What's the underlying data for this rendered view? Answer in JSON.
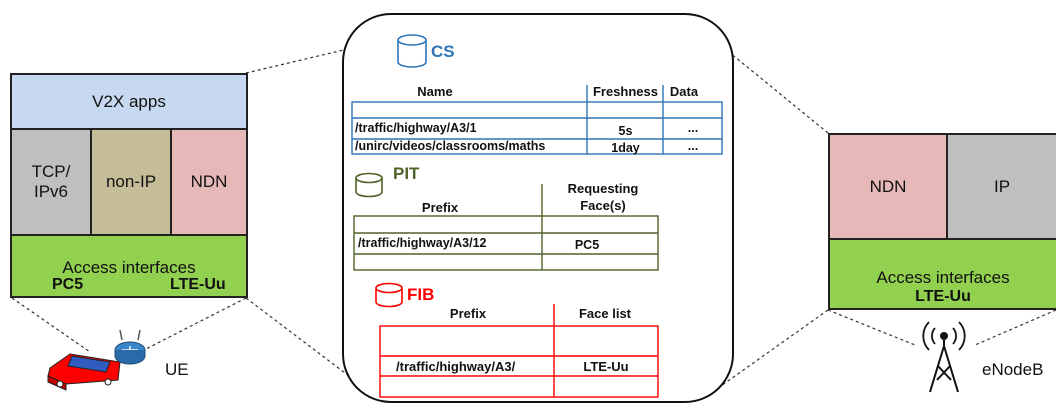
{
  "ue": {
    "apps_label": "V2X apps",
    "tcp_label": "TCP/\nIPv6",
    "nonip_label": "non-IP",
    "ndn_label": "NDN",
    "access_label": "Access interfaces",
    "pc5_label": "PC5",
    "lteuu_label": "LTE-Uu",
    "node_label": "UE"
  },
  "enb": {
    "ndn_label": "NDN",
    "ip_label": "IP",
    "access_label": "Access interfaces",
    "lteuu_label": "LTE-Uu",
    "node_label": "eNodeB"
  },
  "cs": {
    "title": "CS",
    "headers": [
      "Name",
      "Freshness",
      "Data"
    ],
    "rows": [
      [
        "/traffic/highway/A3/1",
        "5s",
        "..."
      ],
      [
        "/unirc/videos/classrooms/maths",
        "1day",
        "..."
      ]
    ]
  },
  "pit": {
    "title": "PIT",
    "headers": [
      "Prefix",
      "Requesting\nFace(s)"
    ],
    "rows": [
      [
        "/traffic/highway/A3/12",
        "PC5"
      ]
    ]
  },
  "fib": {
    "title": "FIB",
    "headers": [
      "Prefix",
      "Face list"
    ],
    "rows": [
      [
        "/traffic/highway/A3/",
        "LTE-Uu"
      ]
    ]
  },
  "colors": {
    "apps": "#c6d9f1",
    "tcp": "#bfbfbf",
    "nonip": "#c4bd97",
    "ndn": "#e6b9b8",
    "ip": "#bfbfbf",
    "access": "#92d050",
    "cs": "#2e75b6",
    "pit": "#4f6228",
    "fib": "#ff0000"
  }
}
